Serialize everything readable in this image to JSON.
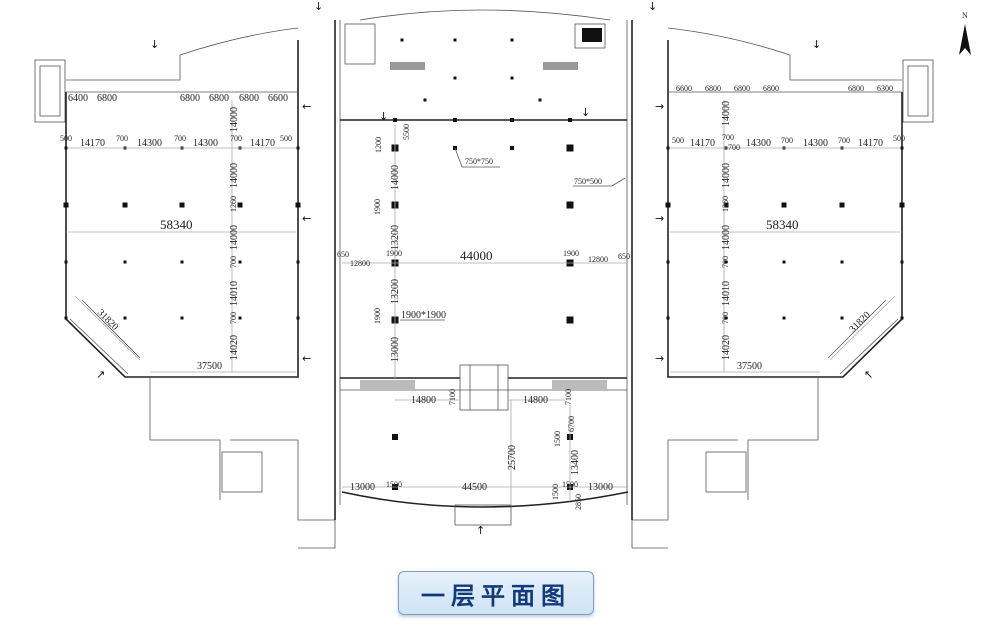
{
  "title": "一层平面图",
  "north_label": "N",
  "left_wing": {
    "top_dims": [
      "6400",
      "6800",
      "6800",
      "6800",
      "6800",
      "6600"
    ],
    "row_dims": [
      "500",
      "14170",
      "700",
      "14300",
      "700",
      "14300",
      "700",
      "14170",
      "500"
    ],
    "vertical_dims": [
      "14000",
      "14000",
      "1260",
      "14000",
      "700",
      "14010",
      "700",
      "14020"
    ],
    "width": "58340",
    "diagonal": "31820",
    "bottom": "37500"
  },
  "right_wing": {
    "top_dims": [
      "6600",
      "6800",
      "6800",
      "6800",
      "6800",
      "6300"
    ],
    "row_dims": [
      "500",
      "14170",
      "700",
      "700",
      "14300",
      "700",
      "14300",
      "700",
      "14170",
      "500"
    ],
    "vertical_dims": [
      "14000",
      "14000",
      "1260",
      "14000",
      "700",
      "14010",
      "700",
      "14020"
    ],
    "width": "58340",
    "diagonal": "31820",
    "bottom": "37500"
  },
  "central_hall": {
    "dims_v": [
      "5500",
      "1200",
      "14000",
      "1900",
      "13200",
      "13200",
      "1900",
      "13000"
    ],
    "column_small": "750*750",
    "column_wall": "750*500",
    "row": [
      "650",
      "12800",
      "1900",
      "44000",
      "1900",
      "12800",
      "650"
    ],
    "column_large": "1900*1900"
  },
  "lower_hall": {
    "left_span": "14800",
    "left_v": "7100",
    "right_span": "14800",
    "right_v": "7100",
    "v1": "6700",
    "v2": "1500",
    "depth": "25700",
    "v3": "13400",
    "bottom_row": [
      "13000",
      "1500",
      "44500",
      "1500",
      "1500",
      "13000"
    ],
    "v4": "2850"
  }
}
